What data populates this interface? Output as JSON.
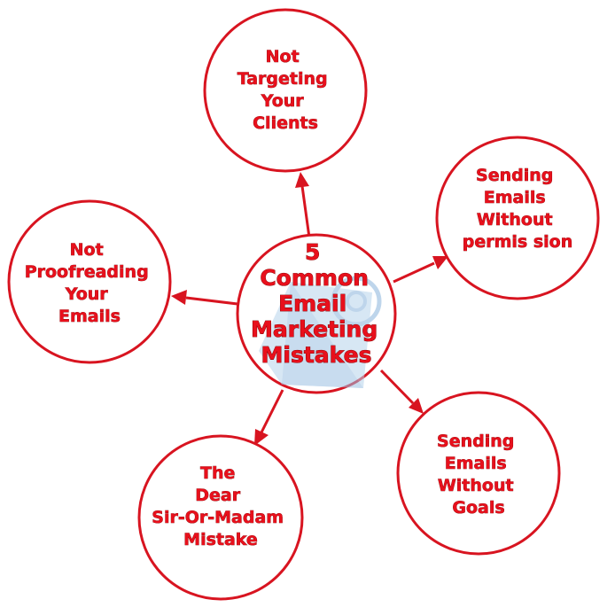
{
  "diagram": {
    "center": {
      "lines": [
        "5",
        "Common",
        "Email",
        "Marketing",
        "Mistakes"
      ]
    },
    "nodes": [
      {
        "id": "not-targeting",
        "lines": [
          "Not",
          "Targeting",
          "Your",
          "Clients"
        ]
      },
      {
        "id": "without-permission",
        "lines": [
          "Sending",
          "Emails",
          "Without",
          "permis sion"
        ]
      },
      {
        "id": "without-goals",
        "lines": [
          "Sending",
          "Emails",
          "Without",
          "Goals"
        ]
      },
      {
        "id": "dear-sir-or-madam",
        "lines": [
          "The",
          "Dear",
          "Sir-Or-Madam",
          "Mistake"
        ]
      },
      {
        "id": "not-proofreading",
        "lines": [
          "Not",
          "Proofreading",
          "Your",
          "Emails"
        ]
      }
    ]
  },
  "colors": {
    "ring": "#d81420",
    "text": "#e8101c",
    "envelope": "#b8d4ec"
  },
  "icons": {
    "center_background": "email-envelope-icon"
  }
}
